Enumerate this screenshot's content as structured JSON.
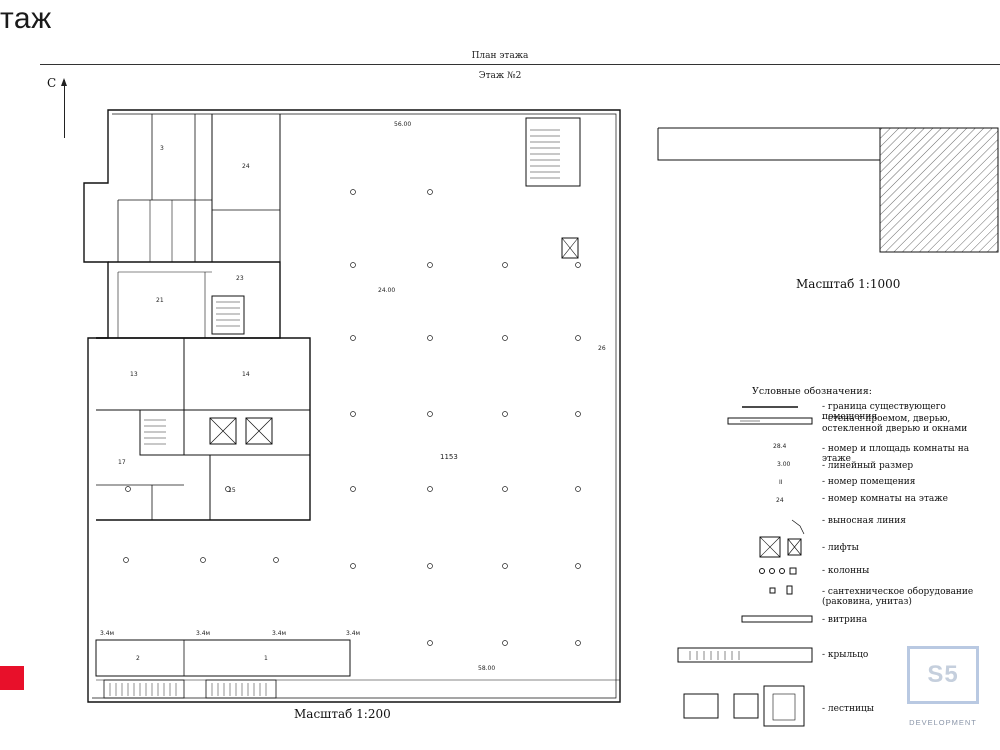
{
  "heading": "таж",
  "plan": {
    "title": "План этажа",
    "floor": "Этаж №2",
    "north": "С",
    "scale_plan": "Масштаб 1:200",
    "scale_site": "Масштаб 1:1000",
    "main_hall": "1153"
  },
  "legend": {
    "title": "Условные обозначения:",
    "items": [
      "- граница существующего помещения",
      "- стена с проемом, дверью, остекленной дверью и окнами",
      "- номер и площадь комнаты  на этаже",
      "- линейный размер",
      "- номер помещения",
      "- номер комнаты на этаже",
      "- выносная линия",
      "- лифты",
      "- колонны",
      "- сантехническое оборудование (раковина, унитаз)",
      "- витрина",
      "- крыльцо",
      "- лестницы"
    ],
    "samples": {
      "room_area": "28.4",
      "dimension": "3.00",
      "room_number": "II",
      "room_on_floor": "24"
    }
  },
  "logo": {
    "mark": "S5",
    "sub": "DEVELOPMENT"
  },
  "colors": {
    "accent": "#e8102a",
    "logo": "#c5cfdd"
  }
}
